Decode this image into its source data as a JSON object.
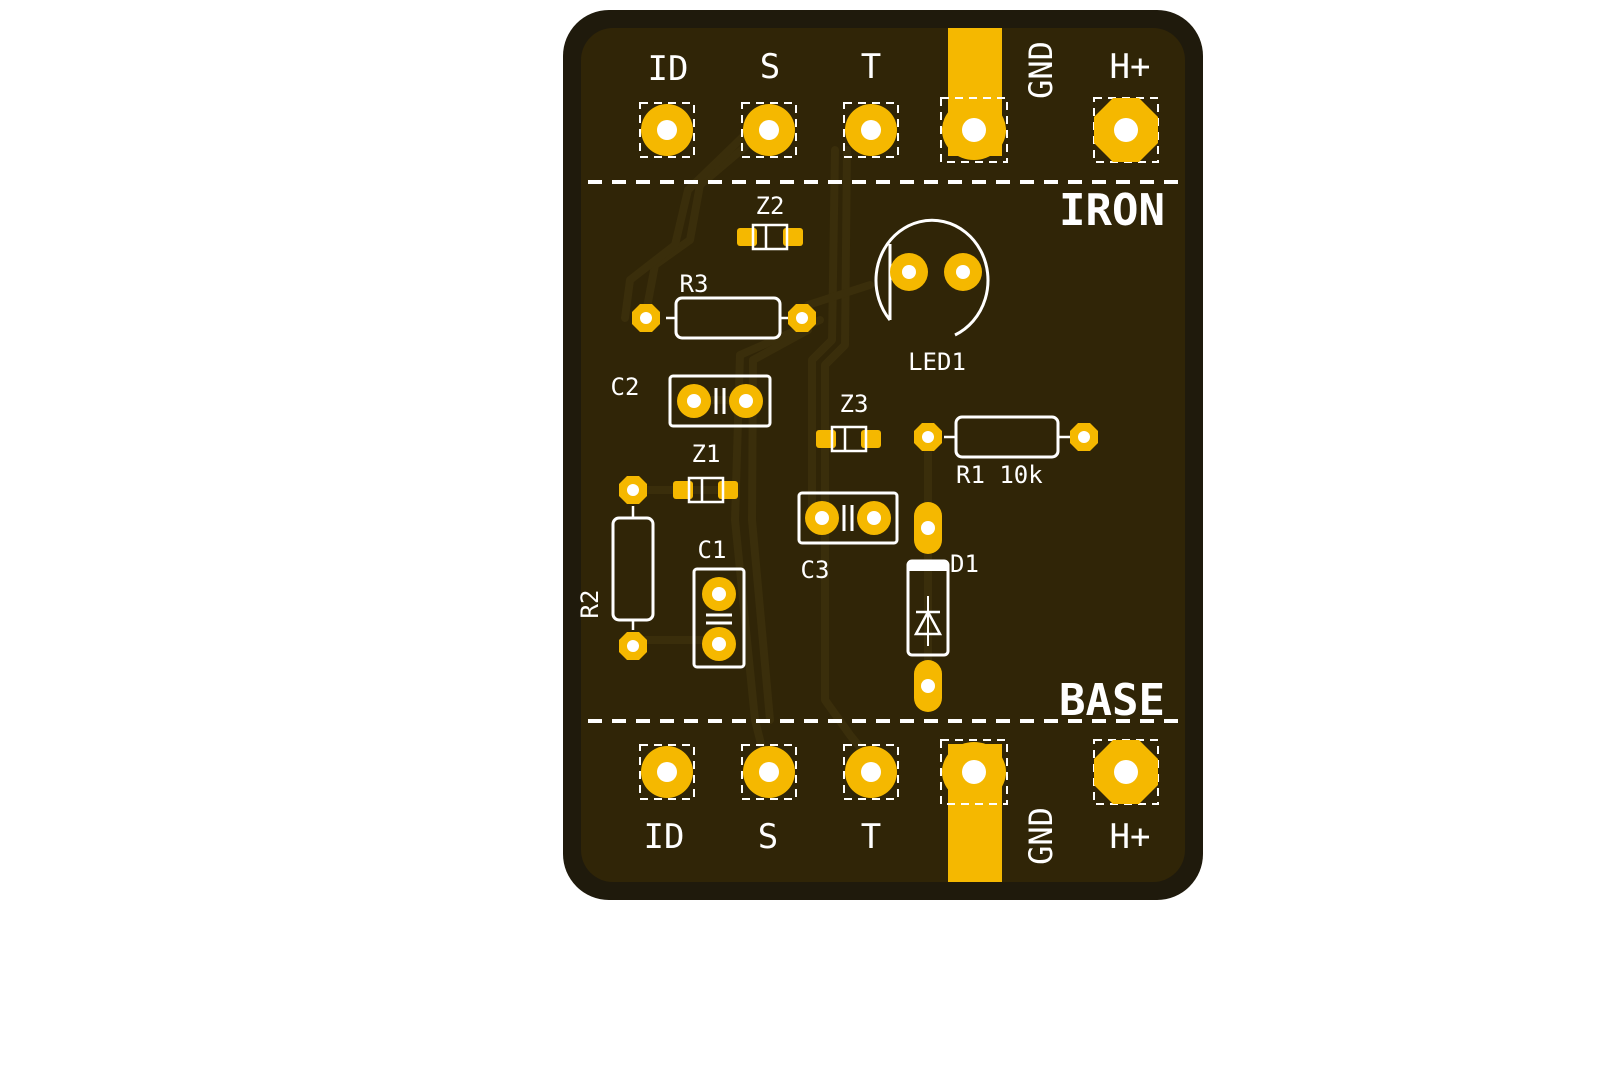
{
  "board": {
    "colors": {
      "outline": "#1f1a0c",
      "substrate": "#302507",
      "trace": "#3a2e0b",
      "copper": "#f5b800",
      "silk": "#ffffff",
      "drill": "#ffffff"
    },
    "sections": {
      "iron": "IRON",
      "base": "BASE"
    },
    "connector_labels": {
      "id": "ID",
      "s": "S",
      "t": "T",
      "gnd": "GND",
      "hplus": "H+"
    },
    "components": {
      "z2": "Z2",
      "r3": "R3",
      "led1": "LED1",
      "c2": "C2",
      "z3": "Z3",
      "r1": "R1 10k",
      "z1": "Z1",
      "c3": "C3",
      "d1": "D1",
      "c1": "C1",
      "r2": "R2"
    }
  }
}
